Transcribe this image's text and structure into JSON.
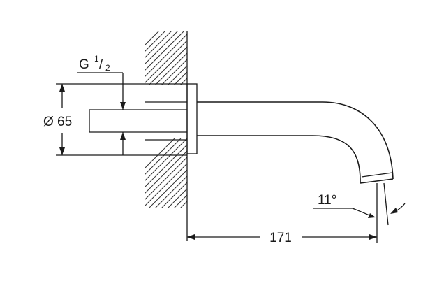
{
  "dimensions": {
    "thread": {
      "letter": "G",
      "numerator": "1",
      "slash": "/",
      "denominator": "2"
    },
    "diameter": {
      "symbol": "Ø",
      "value": "65"
    },
    "length": {
      "value": "171"
    },
    "angle": {
      "value": "11°"
    }
  },
  "colors": {
    "line": "#1a1a1a",
    "background": "#ffffff"
  }
}
